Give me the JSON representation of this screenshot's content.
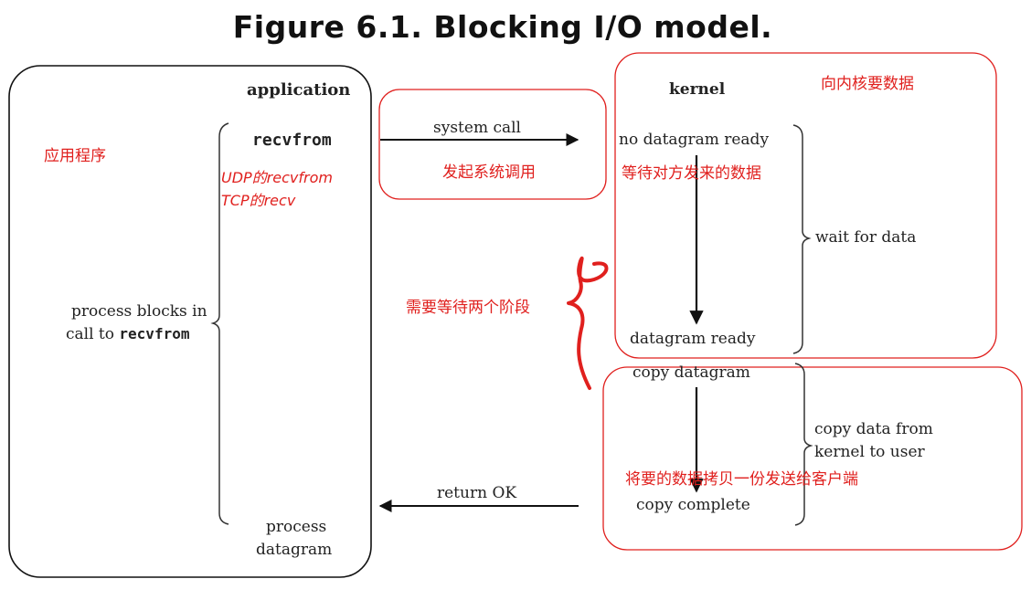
{
  "title": "Figure 6.1. Blocking I/O model.",
  "application": {
    "header": "application",
    "call": "recvfrom",
    "blocks_line1": "process blocks in",
    "blocks_line2_prefix": "call to ",
    "blocks_line2_code": "recvfrom",
    "process_line1": "process",
    "process_line2": "datagram"
  },
  "kernel": {
    "header": "kernel",
    "no_datagram": "no datagram ready",
    "datagram_ready": "datagram ready",
    "copy_datagram": "copy datagram",
    "copy_complete": "copy complete",
    "wait_for_data": "wait for data",
    "copy_from_line1": "copy data from",
    "copy_from_line2": "kernel to user"
  },
  "arrows": {
    "system_call": "system call",
    "return_ok": "return OK"
  },
  "annotations": {
    "app_program": "应用程序",
    "udp_recvfrom": "UDP的recvfrom",
    "tcp_recv": "TCP的recv",
    "initiate_syscall": "发起系统调用",
    "request_kernel_data": "向内核要数据",
    "wait_peer_data": "等待对方发来的数据",
    "two_stages": "需要等待两个阶段",
    "copy_to_client": "将要的数据拷贝一份发送给客户端"
  },
  "colors": {
    "annotation_red": "#e0201e",
    "ink": "#222222"
  }
}
